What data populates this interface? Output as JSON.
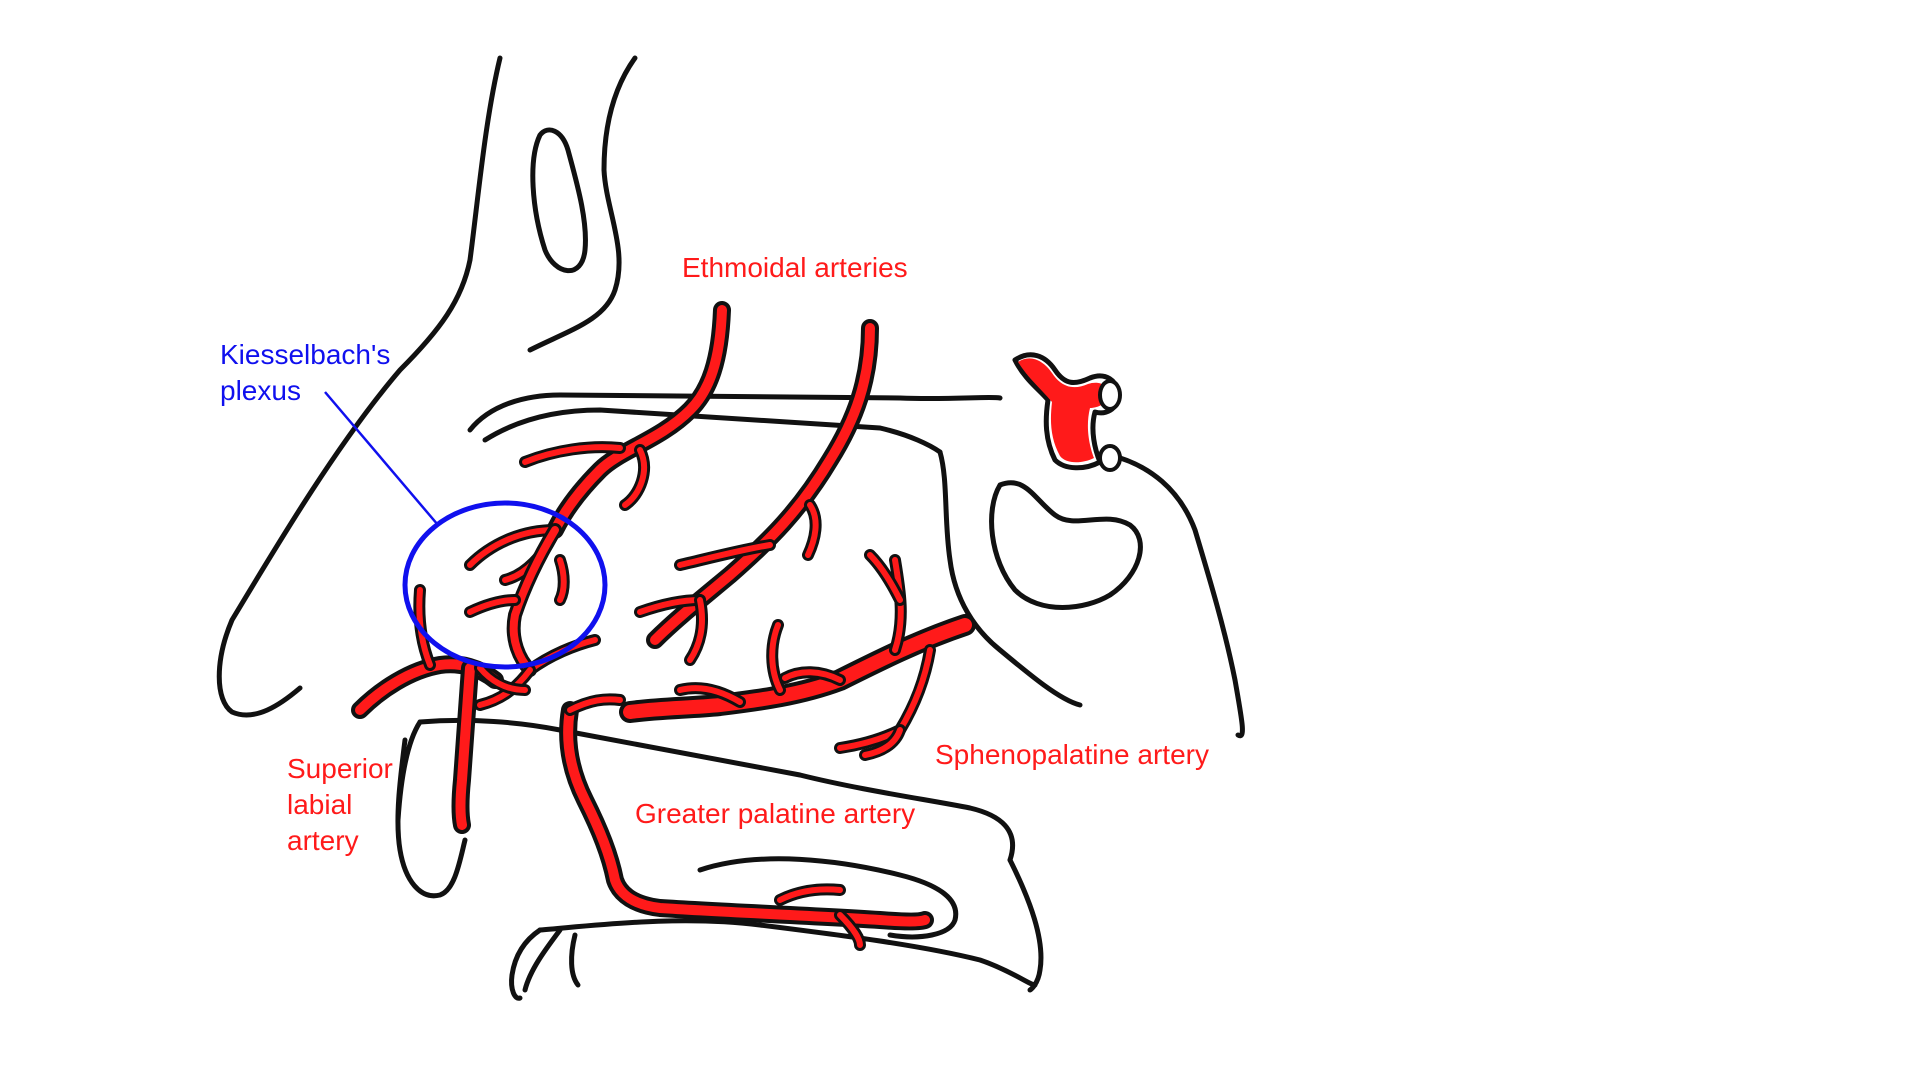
{
  "diagram": {
    "colors": {
      "artery": "#ff1a1a",
      "outline": "#111111",
      "plexus": "#1010ee",
      "background": "#ffffff"
    },
    "labels": {
      "ethmoidal": "Ethmoidal arteries",
      "kiesselbach_line1": "Kiesselbach's",
      "kiesselbach_line2": "plexus",
      "superior_labial_line1": "Superior",
      "superior_labial_line2": "labial",
      "superior_labial_line3": "artery",
      "greater_palatine": "Greater palatine artery",
      "sphenopalatine": "Sphenopalatine artery"
    }
  }
}
